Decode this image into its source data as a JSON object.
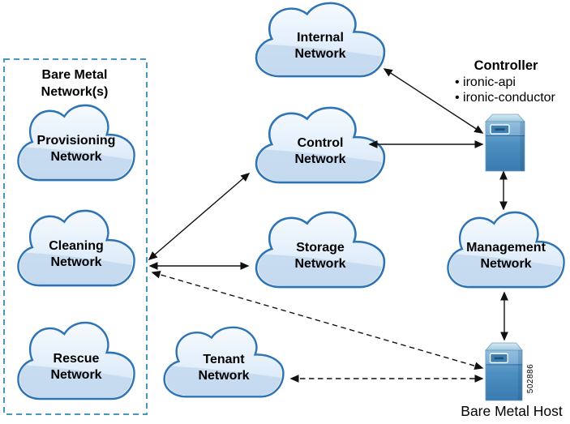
{
  "colors": {
    "cloud_border": "#2e74b5",
    "cloud_fill_light": "#f5fafd",
    "cloud_fill_dark": "#c2d7ee",
    "group_border": "#4796be",
    "server_blue": "#4788bc",
    "arrow": "#111111"
  },
  "bare_metal_group": {
    "title_lines": [
      "Bare Metal",
      "Network(s)"
    ],
    "clouds": {
      "provisioning": {
        "lines": [
          "Provisioning",
          "Network"
        ]
      },
      "cleaning": {
        "lines": [
          "Cleaning",
          "Network"
        ]
      },
      "rescue": {
        "lines": [
          "Rescue",
          "Network"
        ]
      }
    }
  },
  "clouds": {
    "internal": {
      "lines": [
        "Internal",
        "Network"
      ]
    },
    "control": {
      "lines": [
        "Control",
        "Network"
      ]
    },
    "storage": {
      "lines": [
        "Storage",
        "Network"
      ]
    },
    "tenant": {
      "lines": [
        "Tenant",
        "Network"
      ]
    },
    "management": {
      "lines": [
        "Management",
        "Network"
      ]
    }
  },
  "controller": {
    "title": "Controller",
    "services": [
      "ironic-api",
      "ironic-conductor"
    ]
  },
  "bare_metal_host": {
    "label": "Bare Metal Host"
  },
  "figure_number": "502886"
}
